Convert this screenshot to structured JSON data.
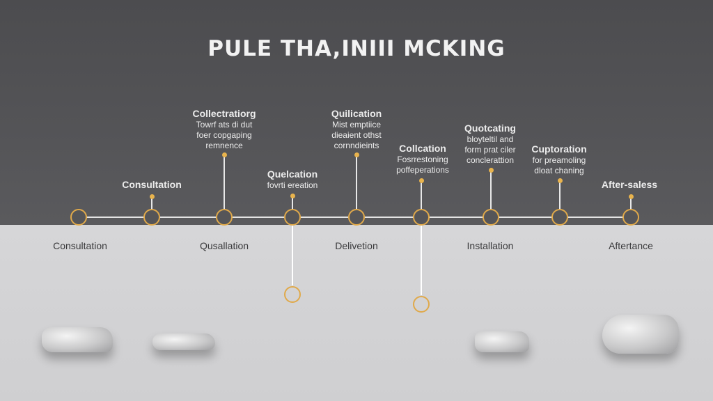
{
  "title": "PULE THA,INIII MCKING",
  "steps_above": [
    {
      "title": "Collectratiorg",
      "desc_lines": [
        "Towrf ats di dut",
        "foer copgaping",
        "remnence"
      ]
    },
    {
      "title": "Consultation",
      "desc_lines": []
    },
    {
      "title": "Quelcation",
      "desc_lines": [
        "fovrti ereation"
      ]
    },
    {
      "title": "Quilication",
      "desc_lines": [
        "Mist emptiice",
        "dieaient othst",
        "cornndieints"
      ]
    },
    {
      "title": "Collcation",
      "desc_lines": [
        "Fosrrestoning",
        "poffeperations"
      ]
    },
    {
      "title": "Quotcating",
      "desc_lines": [
        "bloyteltil and",
        "form prat ciler",
        "conclerattion"
      ]
    },
    {
      "title": "Cuptoration",
      "desc_lines": [
        "for preamoling",
        "dloat chaning"
      ]
    },
    {
      "title": "After-saless",
      "desc_lines": []
    }
  ],
  "bottom_labels": [
    "Consultation",
    "Qusallation",
    "Delivetion",
    "Installation",
    "Aftertance"
  ],
  "colors": {
    "accent": "#e0a94a",
    "top_band": "#525255",
    "bottom_band": "#d2d2d3",
    "title_text": "#f2f2f2",
    "label_text": "#3a3a3c"
  }
}
